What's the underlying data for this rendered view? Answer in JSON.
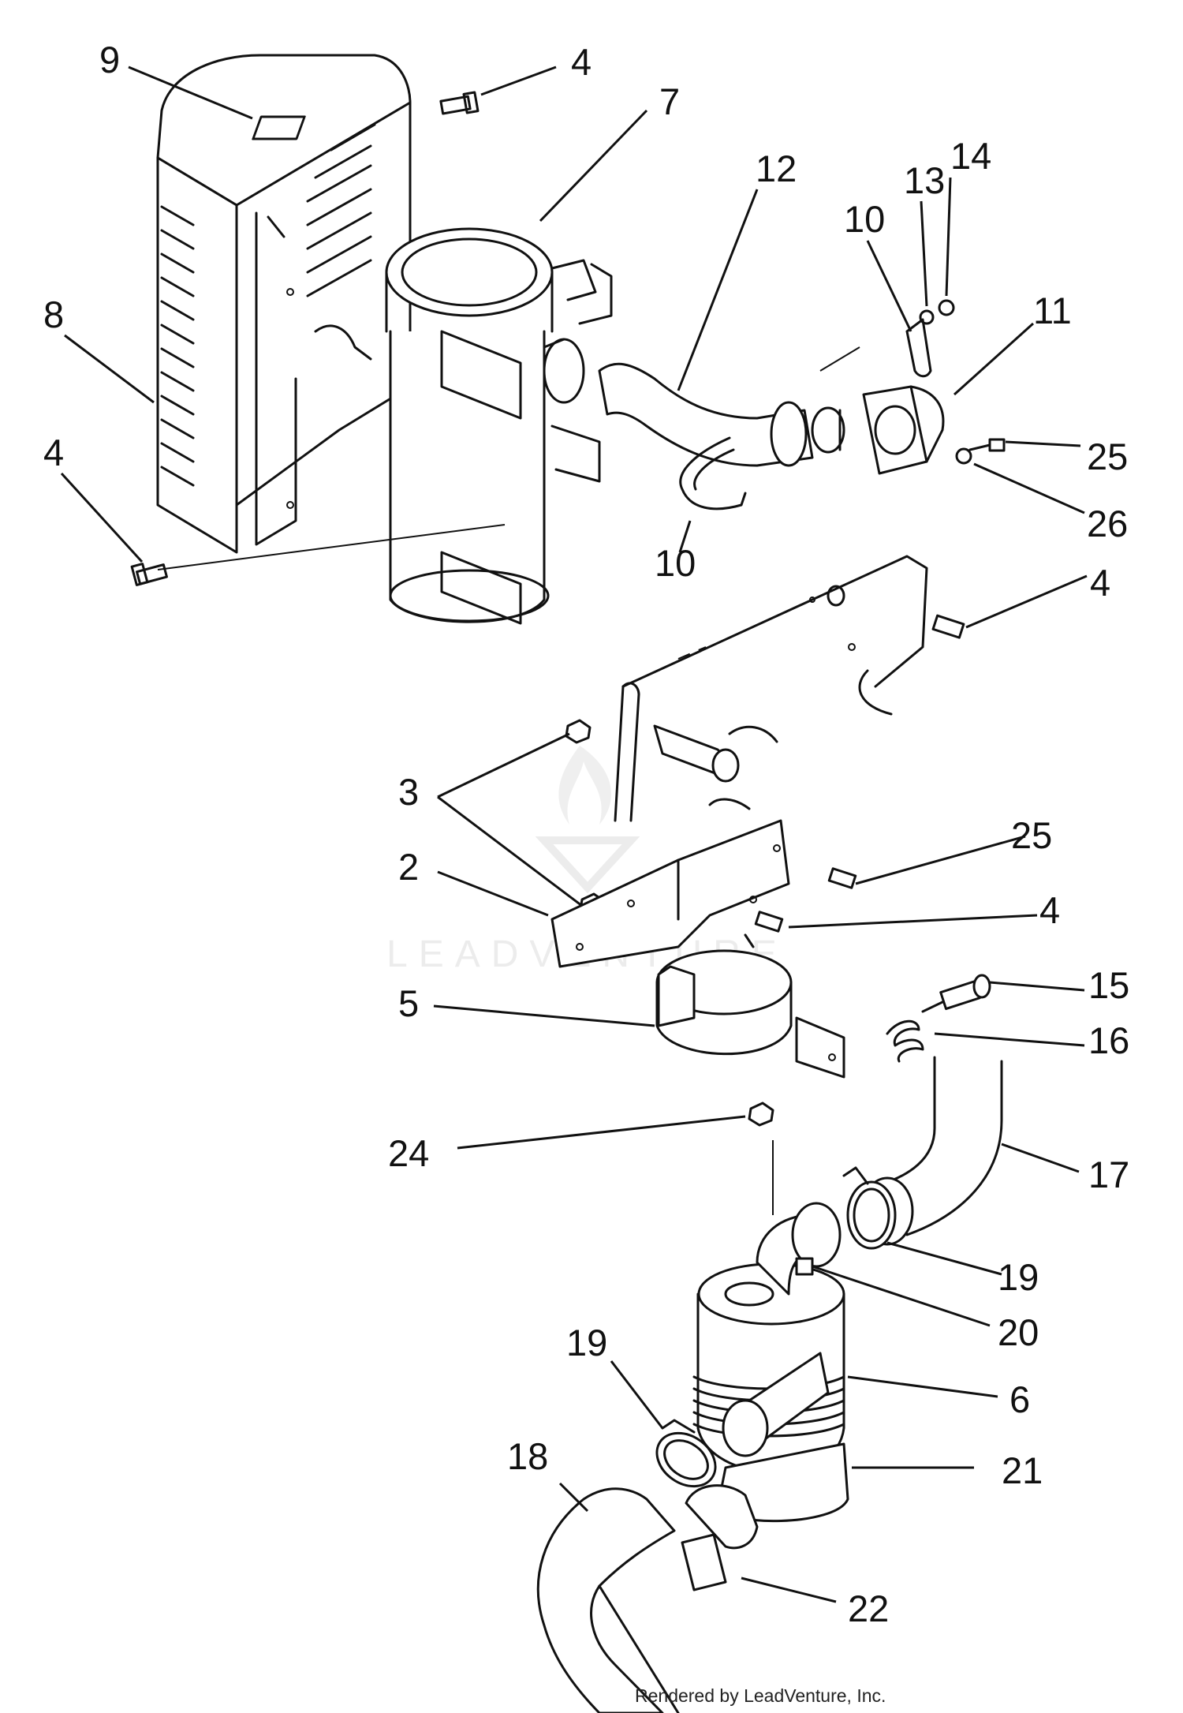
{
  "callouts": [
    {
      "id": "9",
      "text": "9"
    },
    {
      "id": "4a",
      "text": "4"
    },
    {
      "id": "7",
      "text": "7"
    },
    {
      "id": "12",
      "text": "12"
    },
    {
      "id": "14",
      "text": "14"
    },
    {
      "id": "13",
      "text": "13"
    },
    {
      "id": "10a",
      "text": "10"
    },
    {
      "id": "8",
      "text": "8"
    },
    {
      "id": "11",
      "text": "11"
    },
    {
      "id": "4b",
      "text": "4"
    },
    {
      "id": "25a",
      "text": "25"
    },
    {
      "id": "26",
      "text": "26"
    },
    {
      "id": "10b",
      "text": "10"
    },
    {
      "id": "4c",
      "text": "4"
    },
    {
      "id": "3",
      "text": "3"
    },
    {
      "id": "25b",
      "text": "25"
    },
    {
      "id": "2",
      "text": "2"
    },
    {
      "id": "4d",
      "text": "4"
    },
    {
      "id": "15",
      "text": "15"
    },
    {
      "id": "5",
      "text": "5"
    },
    {
      "id": "16",
      "text": "16"
    },
    {
      "id": "24",
      "text": "24"
    },
    {
      "id": "17",
      "text": "17"
    },
    {
      "id": "19a",
      "text": "19"
    },
    {
      "id": "20",
      "text": "20"
    },
    {
      "id": "19b",
      "text": "19"
    },
    {
      "id": "6",
      "text": "6"
    },
    {
      "id": "18",
      "text": "18"
    },
    {
      "id": "21",
      "text": "21"
    },
    {
      "id": "22",
      "text": "22"
    }
  ],
  "watermark": "LEADVENTURE",
  "footer": "Rendered by LeadVenture, Inc."
}
